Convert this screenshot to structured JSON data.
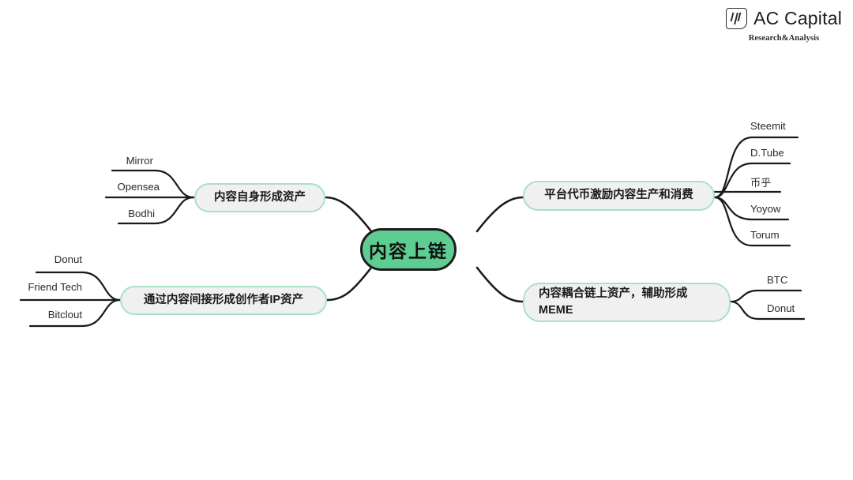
{
  "brand": {
    "name": "AC Capital",
    "tagline": "Research&Analysis",
    "mark_icon": "ac-logo-icon"
  },
  "diagram": {
    "type": "mindmap",
    "root": {
      "label": "内容上链",
      "fill": "#5ecd92",
      "stroke": "#1d1d1d"
    },
    "branch_style": {
      "fill": "#f0f0f0",
      "stroke": "#a8e2c2"
    },
    "link_color": "#1a1a1a",
    "branches": [
      {
        "id": "content-self-asset",
        "label": "内容自身形成资产",
        "side": "left",
        "leaves": [
          "Mirror",
          "Opensea",
          "Bodhi"
        ]
      },
      {
        "id": "creator-ip-asset",
        "label": "通过内容间接形成创作者IP资产",
        "side": "left",
        "leaves": [
          "Donut",
          "Friend Tech",
          "Bitclout"
        ]
      },
      {
        "id": "platform-token-incentive",
        "label": "平台代币激励内容生产和消费",
        "side": "right",
        "leaves": [
          "Steemit",
          "D.Tube",
          "币乎",
          "Yoyow",
          "Torum"
        ]
      },
      {
        "id": "content-coupled-meme",
        "label": "内容耦合链上资产，辅助形成\nMEME",
        "side": "right",
        "leaves": [
          "BTC",
          "Donut"
        ]
      }
    ]
  }
}
